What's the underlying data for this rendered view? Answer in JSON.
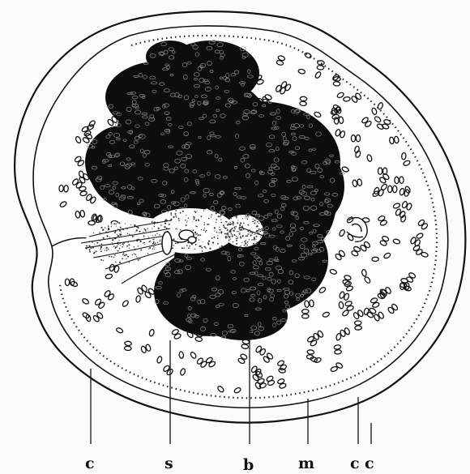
{
  "figure": {
    "labels": {
      "c_left": "c",
      "s": "s",
      "b": "b",
      "m": "m",
      "c_right_1": "c",
      "c_right_2": "c"
    },
    "colors": {
      "ink": "#111111",
      "paper": "#fbfbf9"
    }
  }
}
